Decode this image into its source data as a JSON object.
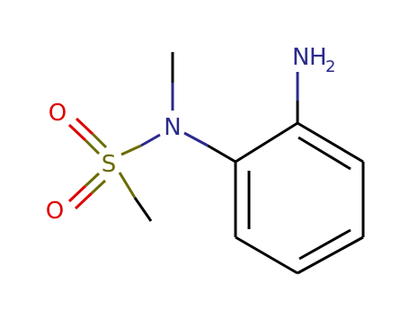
{
  "molecule": {
    "atoms": {
      "n_amine": {
        "label": "N",
        "hydrogens": "H",
        "subscript": "2"
      },
      "n_sulfonamide": {
        "label": "N"
      },
      "sulfur": {
        "label": "S"
      },
      "oxygen_top": {
        "label": "O"
      },
      "oxygen_bottom": {
        "label": "O"
      }
    }
  },
  "colors": {
    "carbon_bond": "#000000",
    "nitrogen": "#2a2a8c",
    "sulfur": "#6b6b00",
    "oxygen": "#e00000"
  }
}
